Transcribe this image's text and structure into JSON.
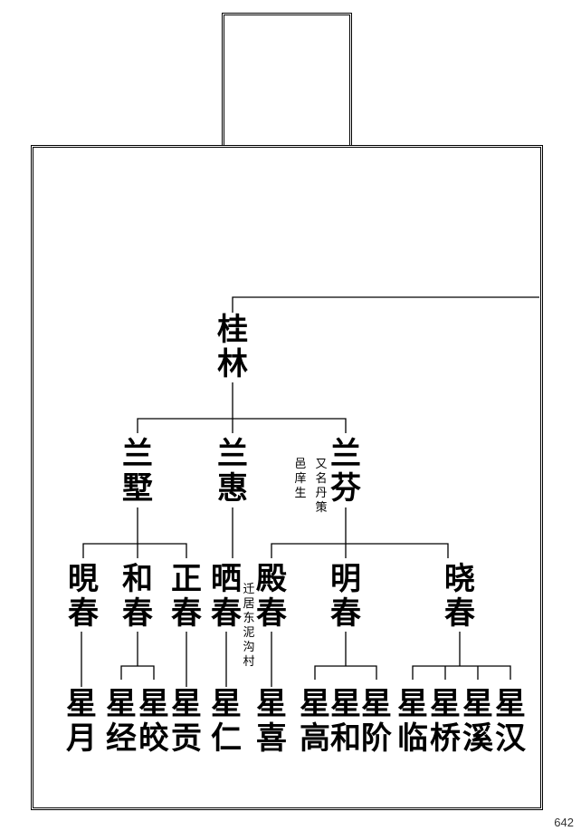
{
  "root": "桂林",
  "gen2": [
    "兰墅",
    "兰惠",
    "兰芬"
  ],
  "gen3": [
    "晛春",
    "和春",
    "正春",
    "晒春",
    "殿春",
    "明春",
    "晓春"
  ],
  "gen4": [
    "星月",
    "星经",
    "星皎",
    "星贡",
    "星仁",
    "星喜",
    "星高",
    "星和",
    "星阶",
    "星临",
    "星桥",
    "星溪",
    "星汉"
  ],
  "notes": {
    "lanfen_alias": "又名丹策",
    "lanfen_title": "邑庠生",
    "dianchun_move": "迁居东泥沟村"
  },
  "page_number": "642"
}
